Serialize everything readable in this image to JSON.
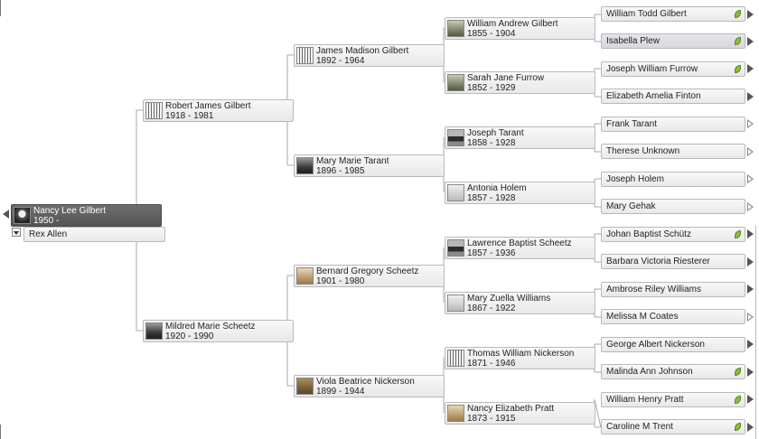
{
  "root": {
    "name": "Nancy Lee Gilbert",
    "dates": "1950 -",
    "spouse": "Rex Allen"
  },
  "gen1": {
    "father": {
      "name": "Robert James Gilbert",
      "dates": "1918 - 1981"
    },
    "mother": {
      "name": "Mildred Marie Scheetz",
      "dates": "1920 - 1990"
    }
  },
  "gen2": [
    {
      "name": "James Madison Gilbert",
      "dates": "1892 - 1964"
    },
    {
      "name": "Mary Marie Tarant",
      "dates": "1896 - 1985"
    },
    {
      "name": "Bernard Gregory Scheetz",
      "dates": "1901 - 1980"
    },
    {
      "name": "Viola Beatrice Nickerson",
      "dates": "1899 - 1944"
    }
  ],
  "gen3": [
    {
      "name": "William Andrew Gilbert",
      "dates": "1855 - 1904"
    },
    {
      "name": "Sarah Jane Furrow",
      "dates": "1852 - 1929"
    },
    {
      "name": "Joseph Tarant",
      "dates": "1858 - 1928"
    },
    {
      "name": "Antonia Holem",
      "dates": "1857 - 1928"
    },
    {
      "name": "Lawrence Baptist Scheetz",
      "dates": "1857 - 1936"
    },
    {
      "name": "Mary Zuella Williams",
      "dates": "1867 - 1922"
    },
    {
      "name": "Thomas William Nickerson",
      "dates": "1871 - 1946"
    },
    {
      "name": "Nancy Elizabeth Pratt",
      "dates": "1873 - 1915"
    }
  ],
  "gen4": [
    {
      "name": "William Todd Gilbert"
    },
    {
      "name": "Isabella Plew"
    },
    {
      "name": "Joseph William Furrow"
    },
    {
      "name": "Elizabeth Amelia Finton"
    },
    {
      "name": "Frank Tarant"
    },
    {
      "name": "Therese Unknown"
    },
    {
      "name": "Joseph Holem"
    },
    {
      "name": "Mary Gehak"
    },
    {
      "name": "Johan Baptist Schütz"
    },
    {
      "name": "Barbara Victoria Riesterer"
    },
    {
      "name": "Ambrose Riley Williams"
    },
    {
      "name": "Melissa M Coates"
    },
    {
      "name": "George Albert Nickerson"
    },
    {
      "name": "Malinda Ann Johnson"
    },
    {
      "name": "William Henry Pratt"
    },
    {
      "name": "Caroline M Trent"
    }
  ]
}
